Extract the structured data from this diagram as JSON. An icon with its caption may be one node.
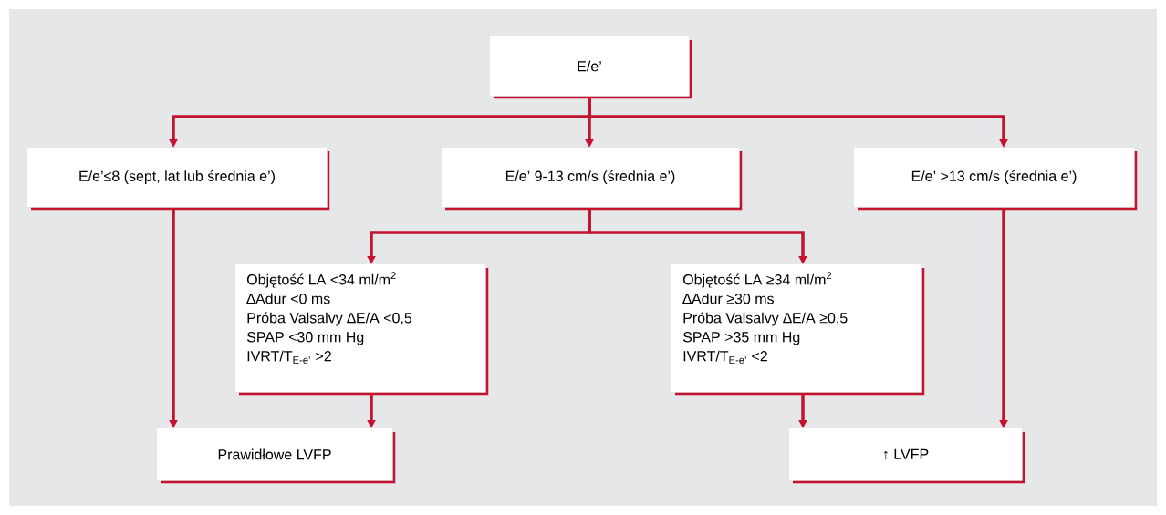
{
  "diagram": {
    "nodes": [
      {
        "text": [
          "E/e’"
        ]
      },
      {
        "text": [
          "E/e’≤8 (sept, lat lub średnia e’)"
        ]
      },
      {
        "text": [
          "E/e’ 9-13 cm/s (średnia e’)"
        ]
      },
      {
        "text": [
          "E/e’ >13 cm/s (średnia e’)"
        ]
      },
      {
        "text": [
          "Objętość LA <34 ml/m$^{2}$",
          "∆Adur <0 ms",
          "Próba Valsalvy ∆E/A <0,5",
          "SPAP <30 mm Hg",
          "IVRT/T$_{E-e’}$ >2"
        ]
      },
      {
        "text": [
          "Objętość LA ≥34 ml/m$^{2}$",
          "∆Adur ≥30 ms",
          "Próba Valsalvy ∆E/A ≥0,5",
          "SPAP >35 mm Hg",
          "IVRT/T$_{E-e’}$ <2"
        ]
      },
      {
        "text": [
          "Prawidłowe LVFP"
        ]
      },
      {
        "text": [
          "↑ LVFP"
        ]
      }
    ],
    "edges": [
      {
        "from": 0,
        "to": 1,
        "arrow": "to"
      },
      {
        "from": 0,
        "to": 2,
        "arrow": "to"
      },
      {
        "from": 0,
        "to": 3,
        "arrow": "to"
      },
      {
        "from": 2,
        "to": 4,
        "arrow": "to"
      },
      {
        "from": 2,
        "to": 5,
        "arrow": "to"
      },
      {
        "from": 1,
        "to": 6,
        "arrow": "to"
      },
      {
        "from": 4,
        "to": 6,
        "arrow": "to"
      },
      {
        "from": 5,
        "to": 7,
        "arrow": "to"
      },
      {
        "from": 3,
        "to": 7,
        "arrow": "to"
      }
    ]
  }
}
